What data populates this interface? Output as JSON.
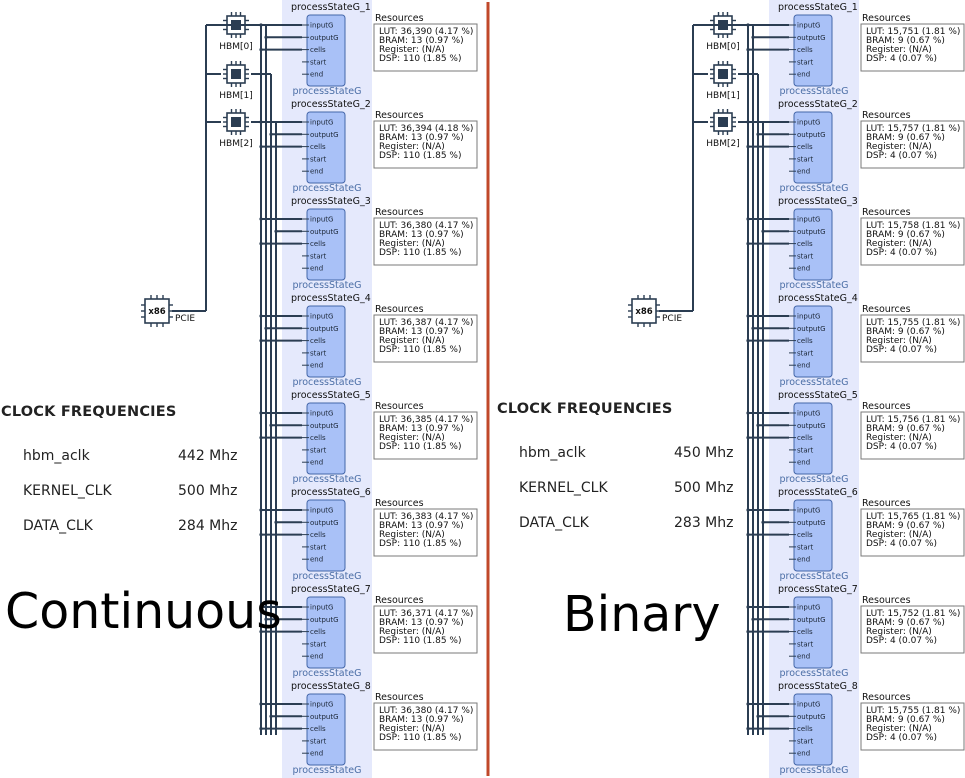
{
  "divider_color": "#c0482a",
  "panels": [
    {
      "big_label": "Continuous",
      "clock_title": "CLOCK FREQUENCIES",
      "clocks": [
        {
          "name": "hbm_aclk",
          "value": "442 Mhz"
        },
        {
          "name": "KERNEL_CLK",
          "value": "500 Mhz"
        },
        {
          "name": "DATA_CLK",
          "value": "284 Mhz"
        }
      ],
      "hbm_labels": [
        "HBM[0]",
        "HBM[1]",
        "HBM[2]"
      ],
      "host_label": "x86",
      "pcie_label": "PCIE",
      "port_labels": [
        "inputG",
        "outputG",
        "cells",
        "start",
        "end"
      ],
      "resources_heading": "Resources",
      "blocks": [
        {
          "instance": "processStateG_1",
          "type": "processStateG",
          "resources": [
            "LUT: 36,390 (4.17 %)",
            "BRAM: 13 (0.97 %)",
            "Register:  (N/A)",
            "DSP: 110 (1.85 %)"
          ]
        },
        {
          "instance": "processStateG_2",
          "type": "processStateG",
          "resources": [
            "LUT: 36,394 (4.18 %)",
            "BRAM: 13 (0.97 %)",
            "Register:  (N/A)",
            "DSP: 110 (1.85 %)"
          ]
        },
        {
          "instance": "processStateG_3",
          "type": "processStateG",
          "resources": [
            "LUT: 36,380 (4.17 %)",
            "BRAM: 13 (0.97 %)",
            "Register:  (N/A)",
            "DSP: 110 (1.85 %)"
          ]
        },
        {
          "instance": "processStateG_4",
          "type": "processStateG",
          "resources": [
            "LUT: 36,387 (4.17 %)",
            "BRAM: 13 (0.97 %)",
            "Register:  (N/A)",
            "DSP: 110 (1.85 %)"
          ]
        },
        {
          "instance": "processStateG_5",
          "type": "processStateG",
          "resources": [
            "LUT: 36,385 (4.17 %)",
            "BRAM: 13 (0.97 %)",
            "Register:  (N/A)",
            "DSP: 110 (1.85 %)"
          ]
        },
        {
          "instance": "processStateG_6",
          "type": "processStateG",
          "resources": [
            "LUT: 36,383 (4.17 %)",
            "BRAM: 13 (0.97 %)",
            "Register:  (N/A)",
            "DSP: 110 (1.85 %)"
          ]
        },
        {
          "instance": "processStateG_7",
          "type": "processStateG",
          "resources": [
            "LUT: 36,371 (4.17 %)",
            "BRAM: 13 (0.97 %)",
            "Register:  (N/A)",
            "DSP: 110 (1.85 %)"
          ]
        },
        {
          "instance": "processStateG_8",
          "type": "processStateG",
          "resources": [
            "LUT: 36,380 (4.17 %)",
            "BRAM: 13 (0.97 %)",
            "Register:  (N/A)",
            "DSP: 110 (1.85 %)"
          ]
        }
      ]
    },
    {
      "big_label": "Binary",
      "clock_title": "CLOCK FREQUENCIES",
      "clocks": [
        {
          "name": "hbm_aclk",
          "value": "450 Mhz"
        },
        {
          "name": "KERNEL_CLK",
          "value": "500 Mhz"
        },
        {
          "name": "DATA_CLK",
          "value": "283 Mhz"
        }
      ],
      "hbm_labels": [
        "HBM[0]",
        "HBM[1]",
        "HBM[2]"
      ],
      "host_label": "x86",
      "pcie_label": "PCIE",
      "port_labels": [
        "inputG",
        "outputG",
        "cells",
        "start",
        "end"
      ],
      "resources_heading": "Resources",
      "blocks": [
        {
          "instance": "processStateG_1",
          "type": "processStateG",
          "resources": [
            "LUT: 15,751 (1.81 %)",
            "BRAM: 9 (0.67 %)",
            "Register:  (N/A)",
            "DSP: 4 (0.07 %)"
          ]
        },
        {
          "instance": "processStateG_2",
          "type": "processStateG",
          "resources": [
            "LUT: 15,757 (1.81 %)",
            "BRAM: 9 (0.67 %)",
            "Register:  (N/A)",
            "DSP: 4 (0.07 %)"
          ]
        },
        {
          "instance": "processStateG_3",
          "type": "processStateG",
          "resources": [
            "LUT: 15,758 (1.81 %)",
            "BRAM: 9 (0.67 %)",
            "Register:  (N/A)",
            "DSP: 4 (0.07 %)"
          ]
        },
        {
          "instance": "processStateG_4",
          "type": "processStateG",
          "resources": [
            "LUT: 15,755 (1.81 %)",
            "BRAM: 9 (0.67 %)",
            "Register:  (N/A)",
            "DSP: 4 (0.07 %)"
          ]
        },
        {
          "instance": "processStateG_5",
          "type": "processStateG",
          "resources": [
            "LUT: 15,756 (1.81 %)",
            "BRAM: 9 (0.67 %)",
            "Register:  (N/A)",
            "DSP: 4 (0.07 %)"
          ]
        },
        {
          "instance": "processStateG_6",
          "type": "processStateG",
          "resources": [
            "LUT: 15,765 (1.81 %)",
            "BRAM: 9 (0.67 %)",
            "Register:  (N/A)",
            "DSP: 4 (0.07 %)"
          ]
        },
        {
          "instance": "processStateG_7",
          "type": "processStateG",
          "resources": [
            "LUT: 15,752 (1.81 %)",
            "BRAM: 9 (0.67 %)",
            "Register:  (N/A)",
            "DSP: 4 (0.07 %)"
          ]
        },
        {
          "instance": "processStateG_8",
          "type": "processStateG",
          "resources": [
            "LUT: 15,755 (1.81 %)",
            "BRAM: 9 (0.67 %)",
            "Register:  (N/A)",
            "DSP: 4 (0.07 %)"
          ]
        }
      ]
    }
  ]
}
